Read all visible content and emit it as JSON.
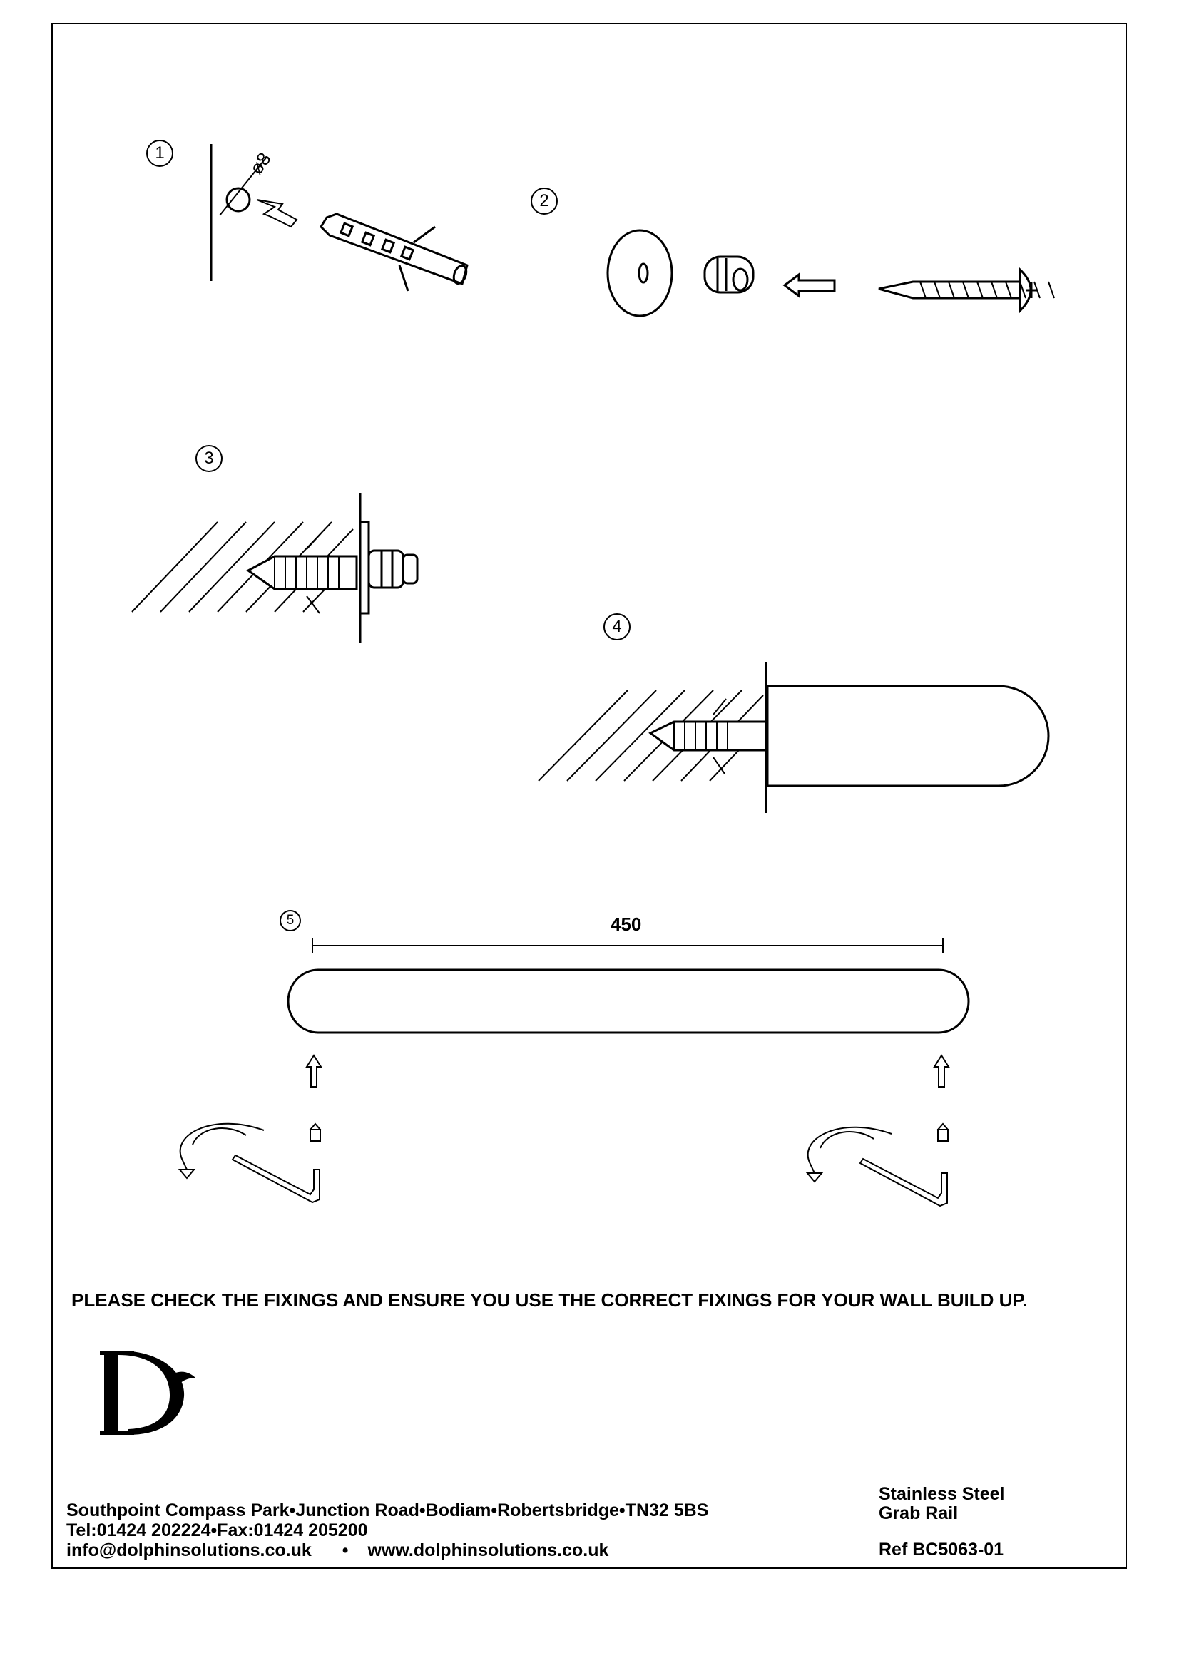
{
  "steps": [
    "1",
    "2",
    "3",
    "4",
    "5"
  ],
  "drill_label": "ø8",
  "dimension": "450",
  "warning": "PLEASE CHECK THE FIXINGS AND ENSURE YOU USE THE CORRECT FIXINGS FOR YOUR WALL BUILD UP.",
  "footer": {
    "address": "Southpoint Compass Park•Junction Road•Bodiam•Robertsbridge•TN32 5BS",
    "phone": "Tel:01424 202224•Fax:01424 205200",
    "email": "info@dolphinsolutions.co.uk",
    "separator": "•",
    "website": "www.dolphinsolutions.co.uk"
  },
  "product": {
    "line1": "Stainless Steel",
    "line2": "Grab Rail",
    "ref": "Ref BC5063-01"
  },
  "logo": "dolphin-logo"
}
